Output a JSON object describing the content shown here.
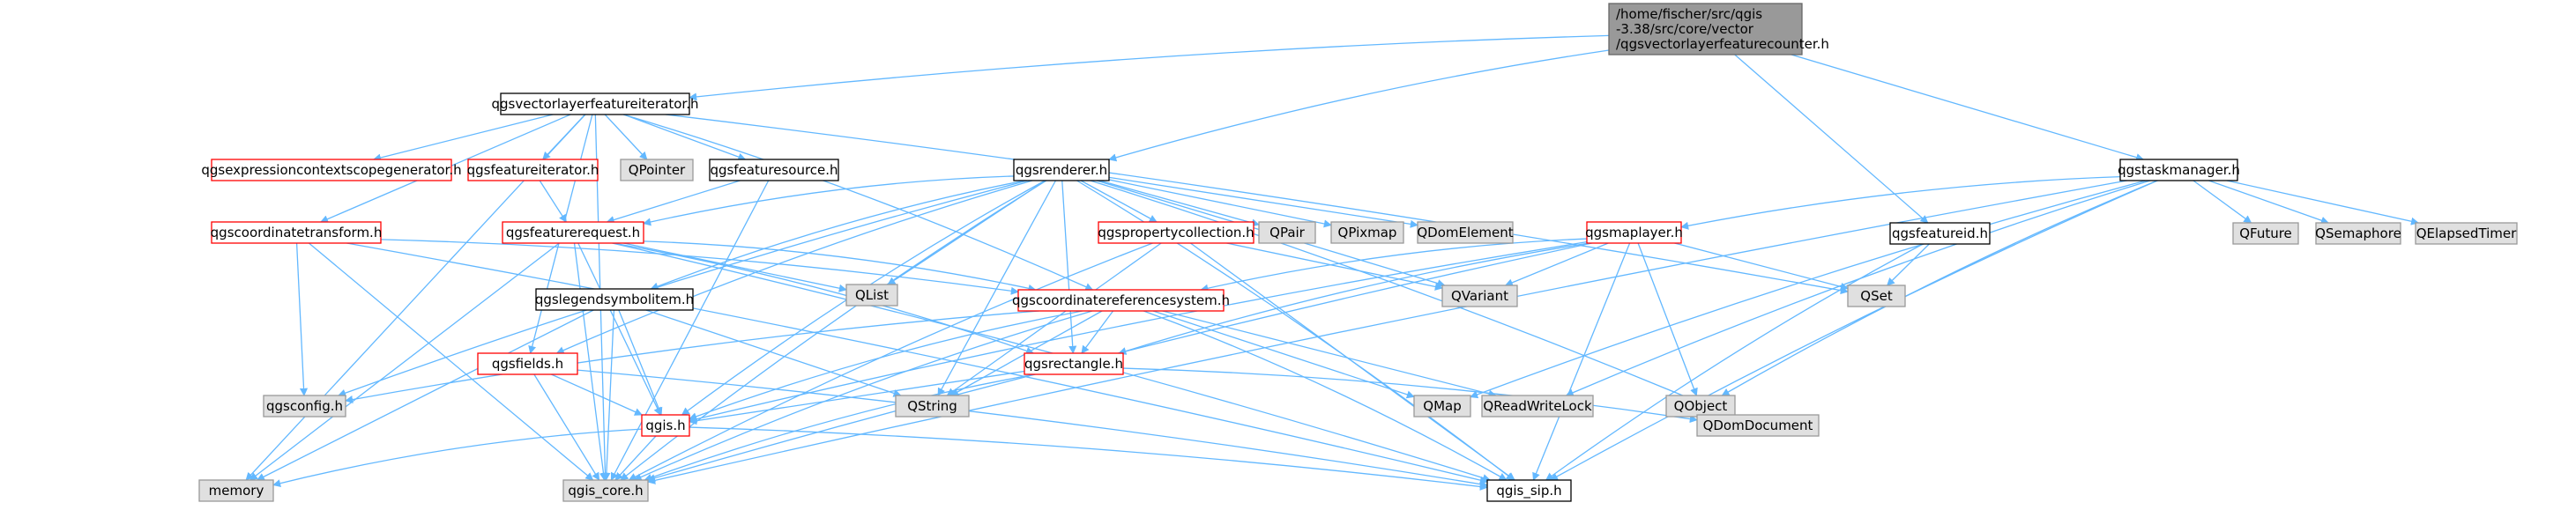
{
  "colors": {
    "edge": "#63b8ff",
    "root_fill": "#999999",
    "root_stroke": "#666666",
    "doc_fill": "#ffffff",
    "doc_stroke": "#000000",
    "undoc_stroke": "#ff0000",
    "system_fill": "#e0e0e0",
    "system_stroke": "#999999"
  },
  "nodes": [
    {
      "id": "root",
      "label": "/home/fischer/src/qgis-3.38/src/core/vector/qgsvectorlayerfeaturecounter.h",
      "label_lines": [
        "/home/fischer/src/qgis",
        "-3.38/src/core/vector",
        "/qgsvectorlayerfeaturecounter.h"
      ],
      "kind": "root"
    },
    {
      "id": "vlfi",
      "label": "qgsvectorlayerfeatureiterator.h",
      "kind": "doc"
    },
    {
      "id": "renderer",
      "label": "qgsrenderer.h",
      "kind": "doc"
    },
    {
      "id": "featureid",
      "label": "qgsfeatureid.h",
      "kind": "doc"
    },
    {
      "id": "taskmanager",
      "label": "qgstaskmanager.h",
      "kind": "doc"
    },
    {
      "id": "exprctx",
      "label": "qgsexpressioncontextscopegenerator.h",
      "kind": "undoc"
    },
    {
      "id": "featureiterator",
      "label": "qgsfeatureiterator.h",
      "kind": "undoc"
    },
    {
      "id": "qpointer",
      "label": "QPointer",
      "kind": "system"
    },
    {
      "id": "featuresource",
      "label": "qgsfeaturesource.h",
      "kind": "doc"
    },
    {
      "id": "coordtransform",
      "label": "qgscoordinatetransform.h",
      "kind": "undoc"
    },
    {
      "id": "featurerequest",
      "label": "qgsfeaturerequest.h",
      "kind": "undoc"
    },
    {
      "id": "propertycoll",
      "label": "qgspropertycollection.h",
      "kind": "undoc"
    },
    {
      "id": "qpair",
      "label": "QPair",
      "kind": "system"
    },
    {
      "id": "qpixmap",
      "label": "QPixmap",
      "kind": "system"
    },
    {
      "id": "qdomelement",
      "label": "QDomElement",
      "kind": "system"
    },
    {
      "id": "mapplayer",
      "label": "qgsmaplayer.h",
      "kind": "undoc"
    },
    {
      "id": "qfuture",
      "label": "QFuture",
      "kind": "system"
    },
    {
      "id": "qsemaphore",
      "label": "QSemaphore",
      "kind": "system"
    },
    {
      "id": "qelapsedtimer",
      "label": "QElapsedTimer",
      "kind": "system"
    },
    {
      "id": "qlist",
      "label": "QList",
      "kind": "system"
    },
    {
      "id": "legendsym",
      "label": "qgslegendsymbolitem.h",
      "kind": "doc"
    },
    {
      "id": "crs",
      "label": "qgscoordinatereferencesystem.h",
      "kind": "undoc"
    },
    {
      "id": "qvariant",
      "label": "QVariant",
      "kind": "system"
    },
    {
      "id": "qset",
      "label": "QSet",
      "kind": "system"
    },
    {
      "id": "qgsconfig",
      "label": "qgsconfig.h",
      "kind": "system"
    },
    {
      "id": "fields",
      "label": "qgsfields.h",
      "kind": "undoc"
    },
    {
      "id": "qstring",
      "label": "QString",
      "kind": "system"
    },
    {
      "id": "rectangle",
      "label": "qgsrectangle.h",
      "kind": "undoc"
    },
    {
      "id": "qmap",
      "label": "QMap",
      "kind": "system"
    },
    {
      "id": "qreadwritelock",
      "label": "QReadWriteLock",
      "kind": "system"
    },
    {
      "id": "qobject",
      "label": "QObject",
      "kind": "system"
    },
    {
      "id": "qgis",
      "label": "qgis.h",
      "kind": "undoc"
    },
    {
      "id": "qdomdocument",
      "label": "QDomDocument",
      "kind": "system"
    },
    {
      "id": "memory",
      "label": "memory",
      "kind": "system"
    },
    {
      "id": "qgiscore",
      "label": "qgis_core.h",
      "kind": "system"
    },
    {
      "id": "qgissip",
      "label": "qgis_sip.h",
      "kind": "doc"
    }
  ],
  "edges": [
    [
      "root",
      "vlfi"
    ],
    [
      "root",
      "renderer"
    ],
    [
      "root",
      "featureid"
    ],
    [
      "root",
      "taskmanager"
    ],
    [
      "vlfi",
      "exprctx"
    ],
    [
      "vlfi",
      "featureiterator"
    ],
    [
      "vlfi",
      "qpointer"
    ],
    [
      "vlfi",
      "featuresource"
    ],
    [
      "vlfi",
      "coordtransform"
    ],
    [
      "vlfi",
      "fields"
    ],
    [
      "vlfi",
      "crs"
    ],
    [
      "vlfi",
      "qset"
    ],
    [
      "vlfi",
      "memory"
    ],
    [
      "vlfi",
      "qgiscore"
    ],
    [
      "renderer",
      "featurerequest"
    ],
    [
      "renderer",
      "propertycoll"
    ],
    [
      "renderer",
      "qpair"
    ],
    [
      "renderer",
      "qpixmap"
    ],
    [
      "renderer",
      "qdomelement"
    ],
    [
      "renderer",
      "qvariant"
    ],
    [
      "renderer",
      "qlist"
    ],
    [
      "renderer",
      "legendsym"
    ],
    [
      "renderer",
      "qstring"
    ],
    [
      "renderer",
      "rectangle"
    ],
    [
      "renderer",
      "qgsconfig"
    ],
    [
      "renderer",
      "fields"
    ],
    [
      "renderer",
      "qgis"
    ],
    [
      "renderer",
      "qdomdocument"
    ],
    [
      "renderer",
      "qgiscore"
    ],
    [
      "renderer",
      "qgissip"
    ],
    [
      "featureiterator",
      "featurerequest"
    ],
    [
      "featuresource",
      "featurerequest"
    ],
    [
      "featuresource",
      "qgiscore"
    ],
    [
      "coordtransform",
      "crs"
    ],
    [
      "coordtransform",
      "qgsconfig"
    ],
    [
      "coordtransform",
      "qgiscore"
    ],
    [
      "coordtransform",
      "qgissip"
    ],
    [
      "featurerequest",
      "crs"
    ],
    [
      "featurerequest",
      "rectangle"
    ],
    [
      "featurerequest",
      "qlist"
    ],
    [
      "featurerequest",
      "qgis"
    ],
    [
      "featurerequest",
      "memory"
    ],
    [
      "featurerequest",
      "qgiscore"
    ],
    [
      "featurerequest",
      "qgissip"
    ],
    [
      "propertycoll",
      "qvariant"
    ],
    [
      "propertycoll",
      "qstring"
    ],
    [
      "propertycoll",
      "qgiscore"
    ],
    [
      "propertycoll",
      "qgissip"
    ],
    [
      "featureid",
      "qset"
    ],
    [
      "featureid",
      "qgissip"
    ],
    [
      "taskmanager",
      "mapplayer"
    ],
    [
      "taskmanager",
      "qfuture"
    ],
    [
      "taskmanager",
      "qsemaphore"
    ],
    [
      "taskmanager",
      "qelapsedtimer"
    ],
    [
      "taskmanager",
      "qobject"
    ],
    [
      "taskmanager",
      "qreadwritelock"
    ],
    [
      "taskmanager",
      "qmap"
    ],
    [
      "taskmanager",
      "qgiscore"
    ],
    [
      "taskmanager",
      "qgissip"
    ],
    [
      "mapplayer",
      "crs"
    ],
    [
      "mapplayer",
      "qvariant"
    ],
    [
      "mapplayer",
      "qset"
    ],
    [
      "mapplayer",
      "qobject"
    ],
    [
      "mapplayer",
      "rectangle"
    ],
    [
      "mapplayer",
      "qgis"
    ],
    [
      "mapplayer",
      "qgiscore"
    ],
    [
      "mapplayer",
      "qgissip"
    ],
    [
      "legendsym",
      "qstring"
    ],
    [
      "legendsym",
      "qgis"
    ],
    [
      "legendsym",
      "memory"
    ],
    [
      "legendsym",
      "qgiscore"
    ],
    [
      "crs",
      "qgsconfig"
    ],
    [
      "crs",
      "qstring"
    ],
    [
      "crs",
      "qmap"
    ],
    [
      "crs",
      "qreadwritelock"
    ],
    [
      "crs",
      "rectangle"
    ],
    [
      "crs",
      "qgis"
    ],
    [
      "crs",
      "qgiscore"
    ],
    [
      "crs",
      "qgissip"
    ],
    [
      "fields",
      "qgis"
    ],
    [
      "fields",
      "qgiscore"
    ],
    [
      "fields",
      "qgissip"
    ],
    [
      "rectangle",
      "qgis"
    ],
    [
      "rectangle",
      "qdomdocument"
    ],
    [
      "rectangle",
      "qgiscore"
    ],
    [
      "qgis",
      "memory"
    ],
    [
      "qgis",
      "qgiscore"
    ],
    [
      "qgis",
      "qgissip"
    ]
  ]
}
